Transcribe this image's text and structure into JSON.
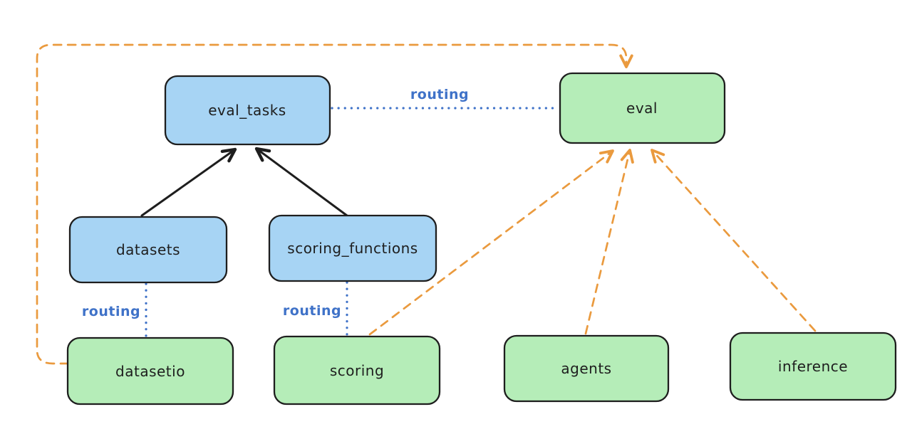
{
  "diagram": {
    "nodes": [
      {
        "id": "eval_tasks",
        "label": "eval_tasks",
        "color": "blue"
      },
      {
        "id": "eval",
        "label": "eval",
        "color": "green"
      },
      {
        "id": "datasets",
        "label": "datasets",
        "color": "blue"
      },
      {
        "id": "scoring_functions",
        "label": "scoring_functions",
        "color": "blue"
      },
      {
        "id": "datasetio",
        "label": "datasetio",
        "color": "green"
      },
      {
        "id": "scoring",
        "label": "scoring",
        "color": "green"
      },
      {
        "id": "agents",
        "label": "agents",
        "color": "green"
      },
      {
        "id": "inference",
        "label": "inference",
        "color": "green"
      }
    ],
    "edges": [
      {
        "from": "datasets",
        "to": "eval_tasks",
        "style": "solid",
        "color": "black",
        "label": ""
      },
      {
        "from": "scoring_functions",
        "to": "eval_tasks",
        "style": "solid",
        "color": "black",
        "label": ""
      },
      {
        "from": "eval_tasks",
        "to": "eval",
        "style": "dotted",
        "color": "blue",
        "label": "routing"
      },
      {
        "from": "datasets",
        "to": "datasetio",
        "style": "dotted",
        "color": "blue",
        "label": "routing"
      },
      {
        "from": "scoring_functions",
        "to": "scoring",
        "style": "dotted",
        "color": "blue",
        "label": "routing"
      },
      {
        "from": "datasetio",
        "to": "eval",
        "style": "dashed",
        "color": "orange",
        "label": ""
      },
      {
        "from": "scoring",
        "to": "eval",
        "style": "dashed",
        "color": "orange",
        "label": ""
      },
      {
        "from": "agents",
        "to": "eval",
        "style": "dashed",
        "color": "orange",
        "label": ""
      },
      {
        "from": "inference",
        "to": "eval",
        "style": "dashed",
        "color": "orange",
        "label": ""
      }
    ],
    "colors": {
      "node_fill_blue": "#a7d4f4",
      "node_fill_green": "#b5edb8",
      "node_stroke": "#1e1e1e",
      "edge_black": "#1e1e1e",
      "edge_orange": "#ea9a3e",
      "edge_blue": "#3f72c8",
      "background": "#ffffff"
    }
  }
}
